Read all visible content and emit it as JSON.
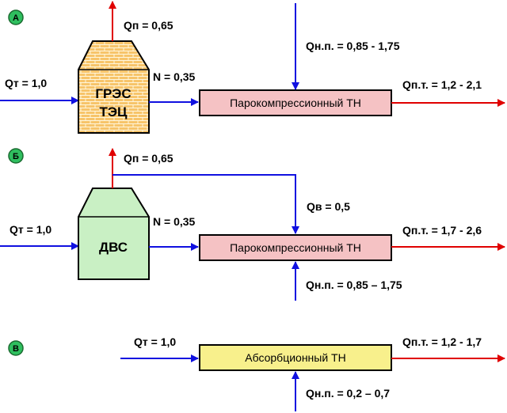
{
  "colors": {
    "blue_flow": "#1010e0",
    "red_flow": "#e00000",
    "brick_fill": "#f7c46a",
    "dvs_fill": "#c9f0c4",
    "hp_box_fill": "#f5c2c4",
    "abs_box_fill": "#f8f08c",
    "circle_fill": "#2fbf5f"
  },
  "icons": [
    "power-plant-brick-icon",
    "engine-block-icon",
    "arrowhead-icon"
  ],
  "scheme_a": {
    "marker": "А",
    "plant_line1": "ГРЭС",
    "plant_line2": "ТЭЦ",
    "q_fuel": "Qт = 1,0",
    "q_loss": "Qп = 0,65",
    "power": "N = 0,35",
    "heat_pump": "Парокомпрессионный ТН",
    "q_low": "Qн.п. = 0,85 - 1,75",
    "q_out": "Qп.т. = 1,2 - 2,1"
  },
  "scheme_b": {
    "marker": "Б",
    "engine": "ДВС",
    "q_fuel": "Qт = 1,0",
    "q_loss": "Qп = 0,65",
    "q_recovered": "Qв = 0,5",
    "power": "N = 0,35",
    "heat_pump": "Парокомпрессионный ТН",
    "q_low": "Qн.п. = 0,85 – 1,75",
    "q_out": "Qп.т. = 1,7 - 2,6"
  },
  "scheme_c": {
    "marker": "В",
    "q_fuel": "Qт = 1,0",
    "heat_pump": "Абсорбционный  ТН",
    "q_low": "Qн.п. = 0,2 – 0,7",
    "q_out": "Qп.т. = 1,2 - 1,7"
  }
}
